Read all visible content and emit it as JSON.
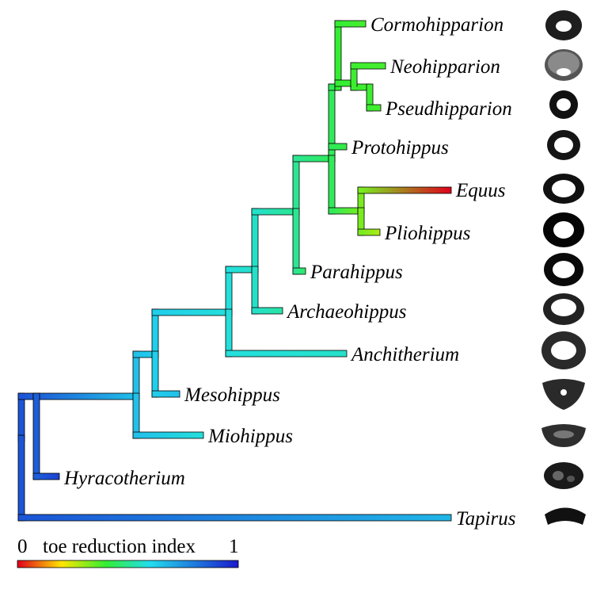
{
  "taxa": [
    {
      "id": "cormohipparion",
      "label": "Cormohipparion",
      "index": 0.38
    },
    {
      "id": "neohipparion",
      "label": "Neohipparion",
      "index": 0.38
    },
    {
      "id": "pseudhipparion",
      "label": "Pseudhipparion",
      "index": 0.38
    },
    {
      "id": "protohippus",
      "label": "Protohippus",
      "index": 0.42
    },
    {
      "id": "equus",
      "label": "Equus",
      "index": 0.0
    },
    {
      "id": "pliohippus",
      "label": "Pliohippus",
      "index": 0.28
    },
    {
      "id": "parahippus",
      "label": "Parahippus",
      "index": 0.45
    },
    {
      "id": "archaeohippus",
      "label": "Archaeohippus",
      "index": 0.52
    },
    {
      "id": "anchitherium",
      "label": "Anchitherium",
      "index": 0.56
    },
    {
      "id": "mesohippus",
      "label": "Mesohippus",
      "index": 0.66
    },
    {
      "id": "miohippus",
      "label": "Miohippus",
      "index": 0.58
    },
    {
      "id": "hyracotherium",
      "label": "Hyracotherium",
      "index": 0.92
    },
    {
      "id": "tapirus",
      "label": "Tapirus",
      "index": 0.68
    }
  ],
  "legend": {
    "min_label": "0",
    "title": "toe reduction index",
    "max_label": "1"
  }
}
